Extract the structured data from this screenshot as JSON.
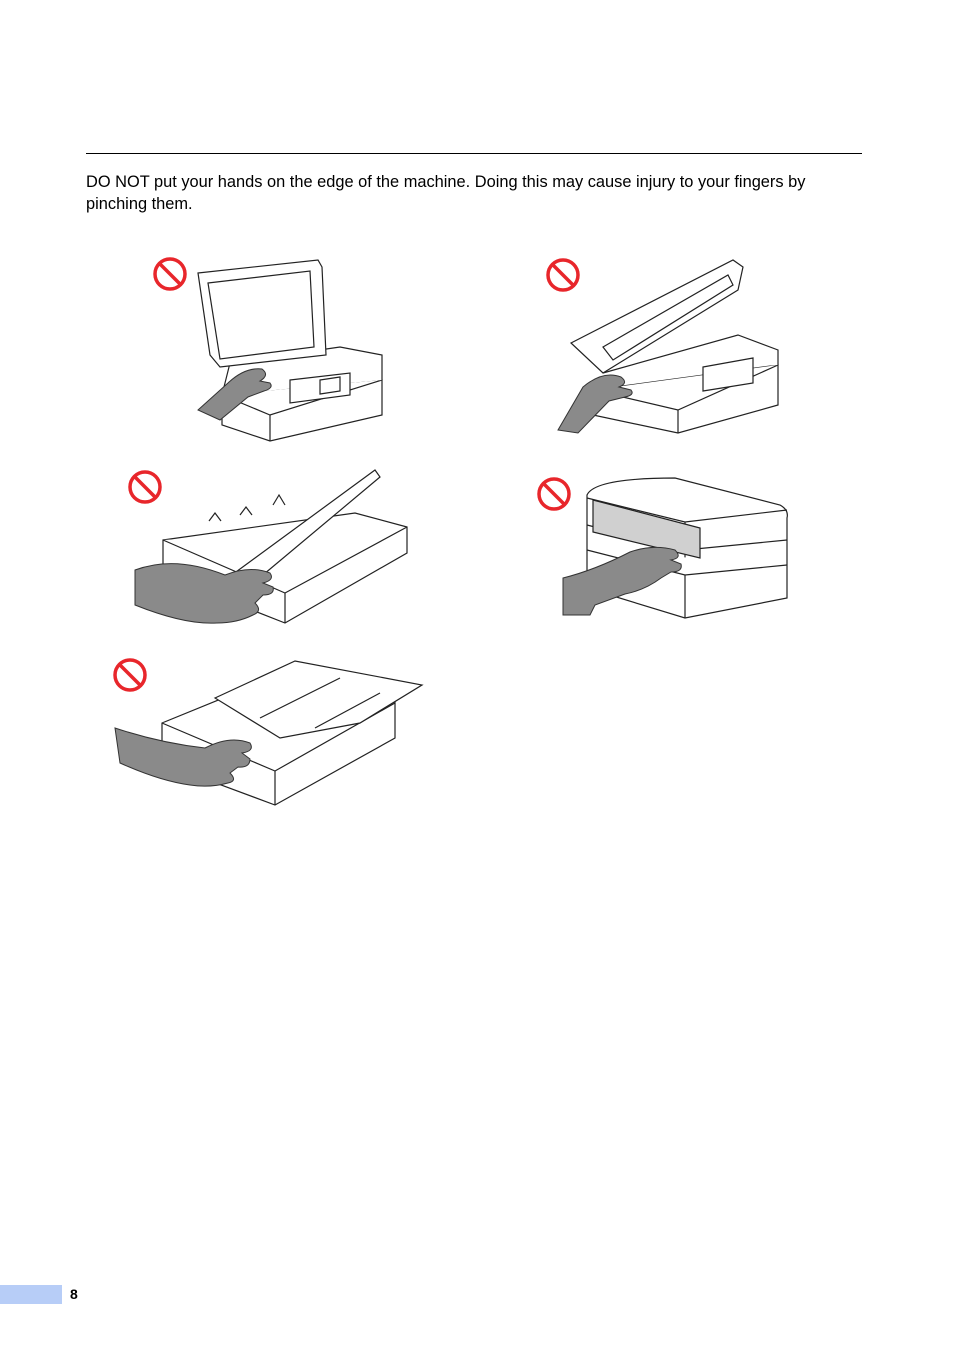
{
  "warning": {
    "text": "DO NOT put your hands on the edge of the machine. Doing this may cause injury to your fingers by pinching them."
  },
  "illustrations": [
    {
      "icon": "prohibited-icon",
      "subject": "printer-scanner-lid-open"
    },
    {
      "icon": "prohibited-icon",
      "subject": "printer-top-cover-open"
    },
    {
      "icon": "prohibited-icon",
      "subject": "paper-tray-output-cover"
    },
    {
      "icon": "prohibited-icon",
      "subject": "printer-front-cover"
    },
    {
      "icon": "prohibited-icon",
      "subject": "paper-tray-extended"
    }
  ],
  "colors": {
    "prohibited": "#e8262b",
    "hand": "#8a8a8a",
    "page_tab": "#b7cdf7"
  },
  "footer": {
    "page_number": "8"
  }
}
